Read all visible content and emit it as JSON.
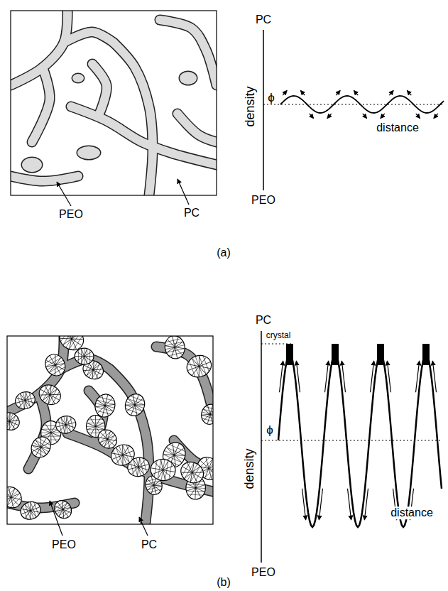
{
  "diagram": {
    "labels": [
      "PEO",
      "PC",
      "PC",
      "density",
      "ϕ",
      "distance",
      "PEO",
      "(a)",
      "PC",
      "crystal",
      "density",
      "ϕ",
      "distance",
      "PEO",
      "PEO",
      "PC",
      "(b)"
    ]
  }
}
